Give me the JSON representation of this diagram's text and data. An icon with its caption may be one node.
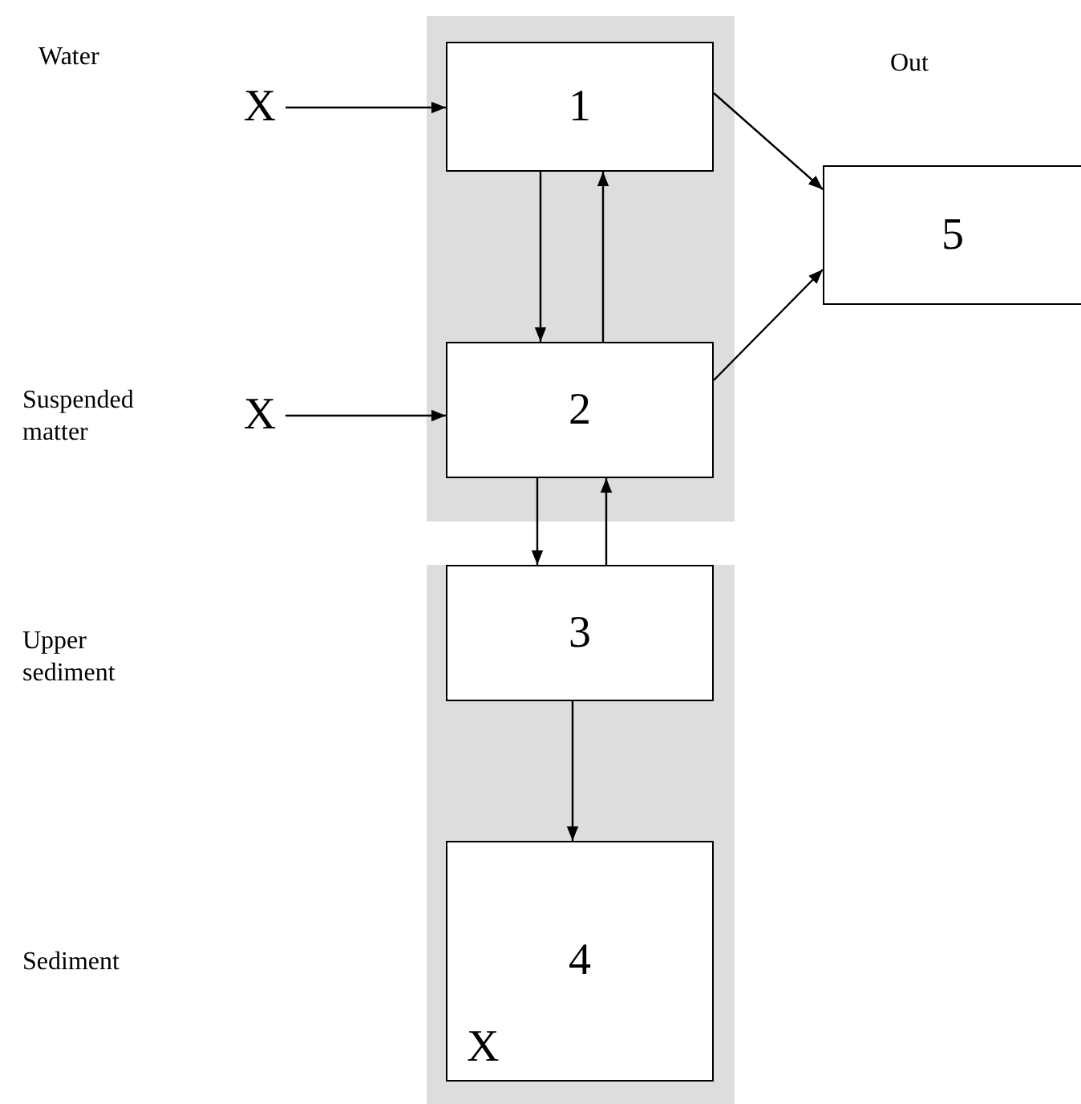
{
  "diagram": {
    "nodes": [
      {
        "text": [],
        "shape": "box"
      },
      {
        "text": [
          "1"
        ],
        "in": 0
      },
      {
        "text": [
          "2"
        ],
        "in": 0
      },
      {
        "text": [],
        "shape": "box"
      },
      {
        "text": [
          "3"
        ],
        "in": 3
      },
      {
        "text": [
          "X",
          "4"
        ],
        "in": 3
      },
      {
        "text": [
          "5"
        ]
      },
      {
        "text": [
          "X"
        ]
      },
      {
        "text": [
          "X"
        ]
      }
    ],
    "edges": [
      {
        "from": 7,
        "to": 1,
        "arrow": "to"
      },
      {
        "from": 8,
        "to": 2,
        "arrow": "to"
      },
      {
        "from": 1,
        "to": 2,
        "arrow": "to"
      },
      {
        "from": 2,
        "to": 1,
        "arrow": "to"
      },
      {
        "from": 2,
        "to": 4,
        "arrow": "to"
      },
      {
        "from": 4,
        "to": 2,
        "arrow": "to"
      },
      {
        "from": 4,
        "to": 5,
        "arrow": "to"
      },
      {
        "from": 1,
        "to": 6,
        "arrow": "to"
      },
      {
        "from": 2,
        "to": 6,
        "arrow": "to"
      }
    ],
    "labels": [
      "Water",
      "Out",
      "Suspended matter",
      "Upper sediment",
      "Sediment"
    ]
  }
}
